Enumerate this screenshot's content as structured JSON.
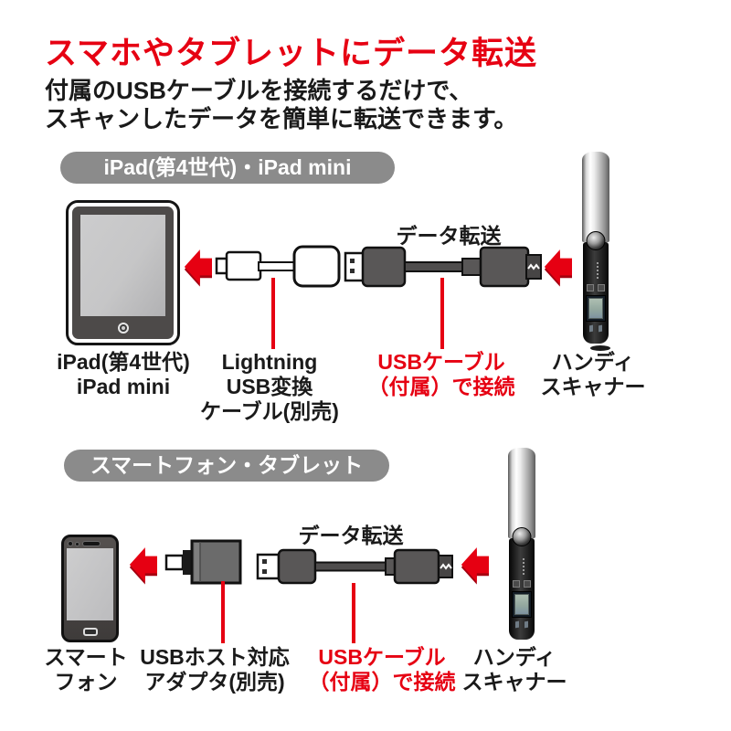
{
  "page": {
    "title": "スマホやタブレットにデータ転送",
    "subtitle_line1": "付属のUSBケーブルを接続するだけで、",
    "subtitle_line2": "スキャンしたデータを簡単に転送できます。"
  },
  "colors": {
    "accent_red": "#e60012",
    "bar_gray": "#8b8b8b",
    "text_black": "#1a1a1a"
  },
  "section_ipad": {
    "header": "iPad(第4世代)・iPad mini",
    "transfer_label": "データ転送",
    "labels": {
      "device_line1": "iPad(第4世代)",
      "device_line2": "iPad mini",
      "adapter_line1": "Lightning",
      "adapter_line2": "USB変換",
      "adapter_line3": "ケーブル(別売)",
      "cable_line1": "USBケーブル",
      "cable_line2": "（付属）で接続",
      "scanner_line1": "ハンディ",
      "scanner_line2": "スキャナー"
    },
    "illustrations": [
      "ipad-illustration",
      "red-left-arrow-icon",
      "lightning-usb-adapter-illustration",
      "usb-cable-illustration",
      "handy-scanner-illustration"
    ]
  },
  "section_smartphone": {
    "header": "スマートフォン・タブレット",
    "transfer_label": "データ転送",
    "labels": {
      "device_line1": "スマート",
      "device_line2": "フォン",
      "adapter_line1": "USBホスト対応",
      "adapter_line2": "アダプタ(別売)",
      "cable_line1": "USBケーブル",
      "cable_line2": "（付属）で接続",
      "scanner_line1": "ハンディ",
      "scanner_line2": "スキャナー"
    },
    "illustrations": [
      "smartphone-illustration",
      "red-left-arrow-icon",
      "usb-host-adapter-illustration",
      "usb-cable-illustration",
      "handy-scanner-illustration"
    ]
  }
}
